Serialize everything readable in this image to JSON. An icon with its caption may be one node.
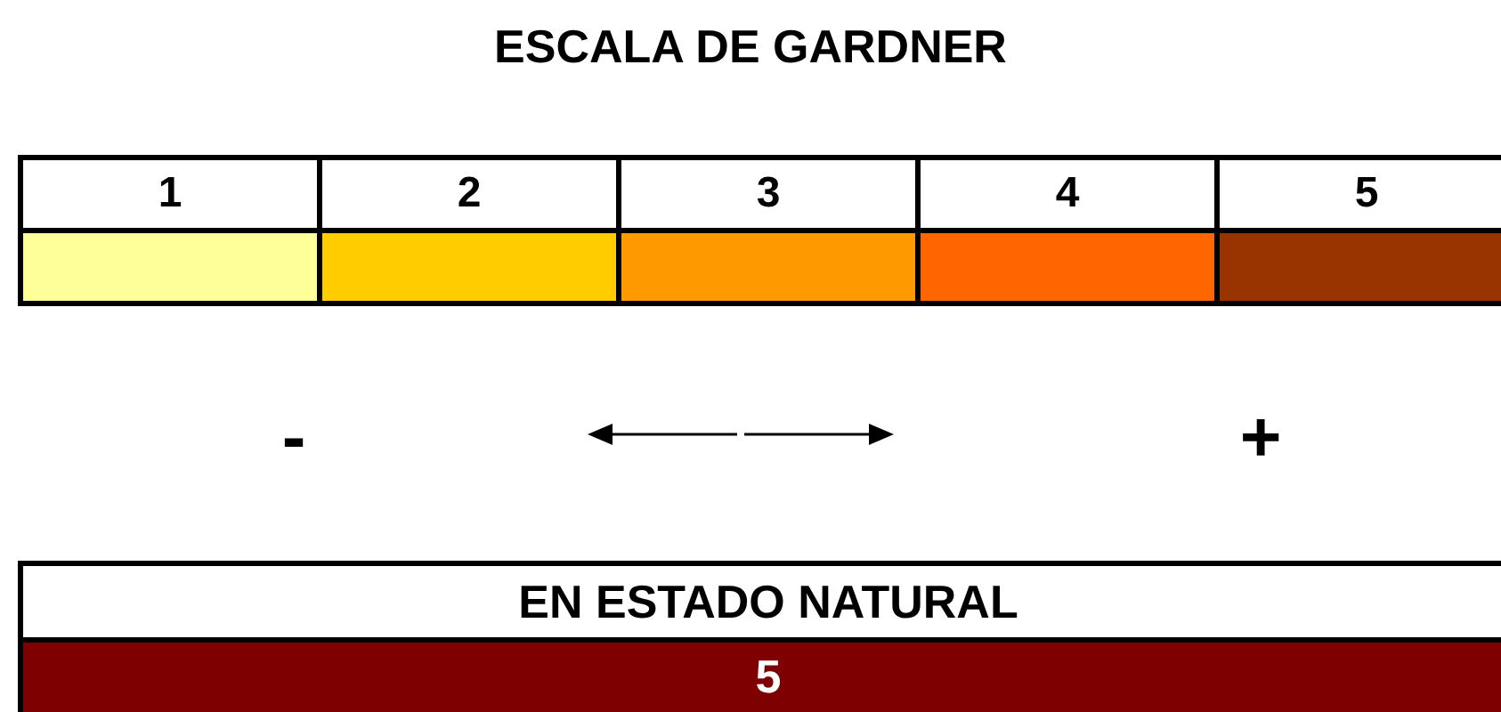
{
  "diagram": {
    "title": "ESCALA DE GARDNER",
    "legend": [
      {
        "text": "1",
        "color": "#ffff99"
      },
      {
        "text": "2",
        "color": "#ffcc00"
      },
      {
        "text": "3",
        "color": "#ff9900"
      },
      {
        "text": "4",
        "color": "#ff6600"
      },
      {
        "text": "5",
        "color": "#993300"
      }
    ],
    "labels": [
      "-",
      "+",
      "EN ESTADO NATURAL",
      "5"
    ]
  }
}
